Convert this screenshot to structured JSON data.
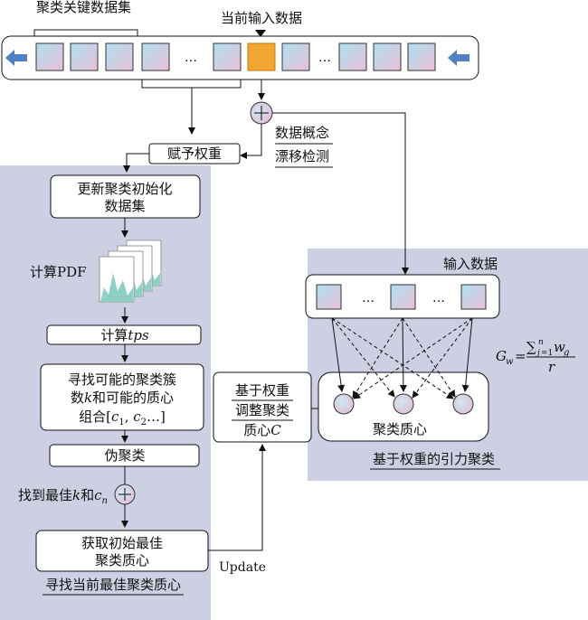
{
  "stream": {
    "key_set_label": "聚类关键数据集",
    "current_input_label": "当前输入数据",
    "ellipsis": "…"
  },
  "assign_weight": "赋予权重",
  "drift": {
    "line1": "数据概念",
    "line2": "漂移检测"
  },
  "left_panel": {
    "update_init": {
      "line1": "更新聚类初始化",
      "line2": "数据集"
    },
    "pdf_label": "计算PDF",
    "tps": {
      "prefix": "计算",
      "var": "tps"
    },
    "find_k": {
      "line1": "寻找可能的聚类簇",
      "line2a": "数",
      "line2var": "k",
      "line2b": "和可能的质心",
      "line3a": "组合[",
      "c1": "c",
      "s1": "1",
      "sep": ", ",
      "c2": "c",
      "s2": "2",
      "line3b": "…]"
    },
    "pseudo": "伪聚类",
    "best_k": {
      "a": "找到最佳",
      "k": "k",
      "and": "和",
      "c": "c",
      "sub": "n"
    },
    "get_best": {
      "line1": "获取初始最佳",
      "line2": "聚类质心"
    },
    "caption": "寻找当前最佳聚类质心"
  },
  "adjust": {
    "line1": "基于权重",
    "line2": "调整聚类",
    "line3a": "质心",
    "line3var": "C"
  },
  "update_label": "Update",
  "right_panel": {
    "input_label": "输入数据",
    "centroid_label": "聚类质心",
    "caption": "基于权重的引力聚类",
    "formula": {
      "G": "G",
      "Gsub": "w",
      "sum": "∑",
      "j": "j",
      "eq1": "=1",
      "n": "n",
      "w": "w",
      "wsub": "g",
      "den": "r"
    }
  },
  "colors": {
    "panel": "#cdd0e3",
    "highlight": "#f2a531",
    "arrow_blue": "#4f7fc4"
  }
}
